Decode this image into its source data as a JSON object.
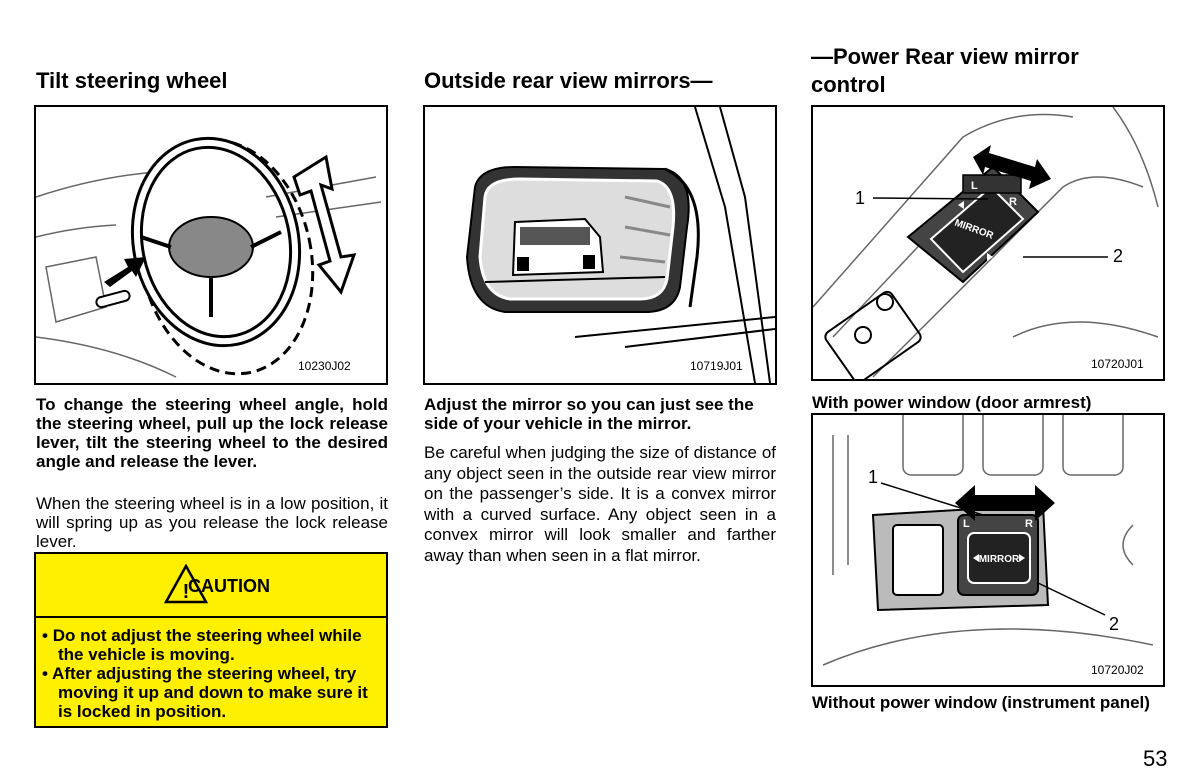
{
  "col1": {
    "heading": "Tilt steering wheel",
    "figure_code": "10230J02",
    "instruction": "To change the steering wheel angle, hold the steering wheel, pull up the lock release lever, tilt the steering wheel to the desired angle and release the lever.",
    "note": "When the steering wheel is in a low position, it will spring up as you release the lock release lever.",
    "caution": {
      "title": "CAUTION",
      "items": [
        "Do not adjust the steering wheel while the vehicle is moving.",
        "After adjusting the steering wheel, try moving it up and down to make sure it is locked in position."
      ]
    }
  },
  "col2": {
    "heading": "Outside rear view mirrors—",
    "figure_code": "10719J01",
    "instruction": "Adjust the mirror so you can just see the side of your vehicle in the mirror.",
    "body": "Be careful when judging the size of distance of any object seen in the outside rear view mirror on the passenger’s side. It is a convex mirror with a curved surface. Any object seen in a convex mirror will look smaller and farther away than when seen in a flat mirror."
  },
  "col3": {
    "heading_line1": "—Power Rear view mirror",
    "heading_line2": "control",
    "figure1_code": "10720J01",
    "figure1_caption": "With power window (door armrest)",
    "figure2_code": "10720J02",
    "figure2_caption": "Without power window (instrument panel)",
    "callout_1": "1",
    "callout_2": "2",
    "switch_label": "MIRROR",
    "switch_left": "L",
    "switch_right": "R"
  },
  "page_number": "53"
}
